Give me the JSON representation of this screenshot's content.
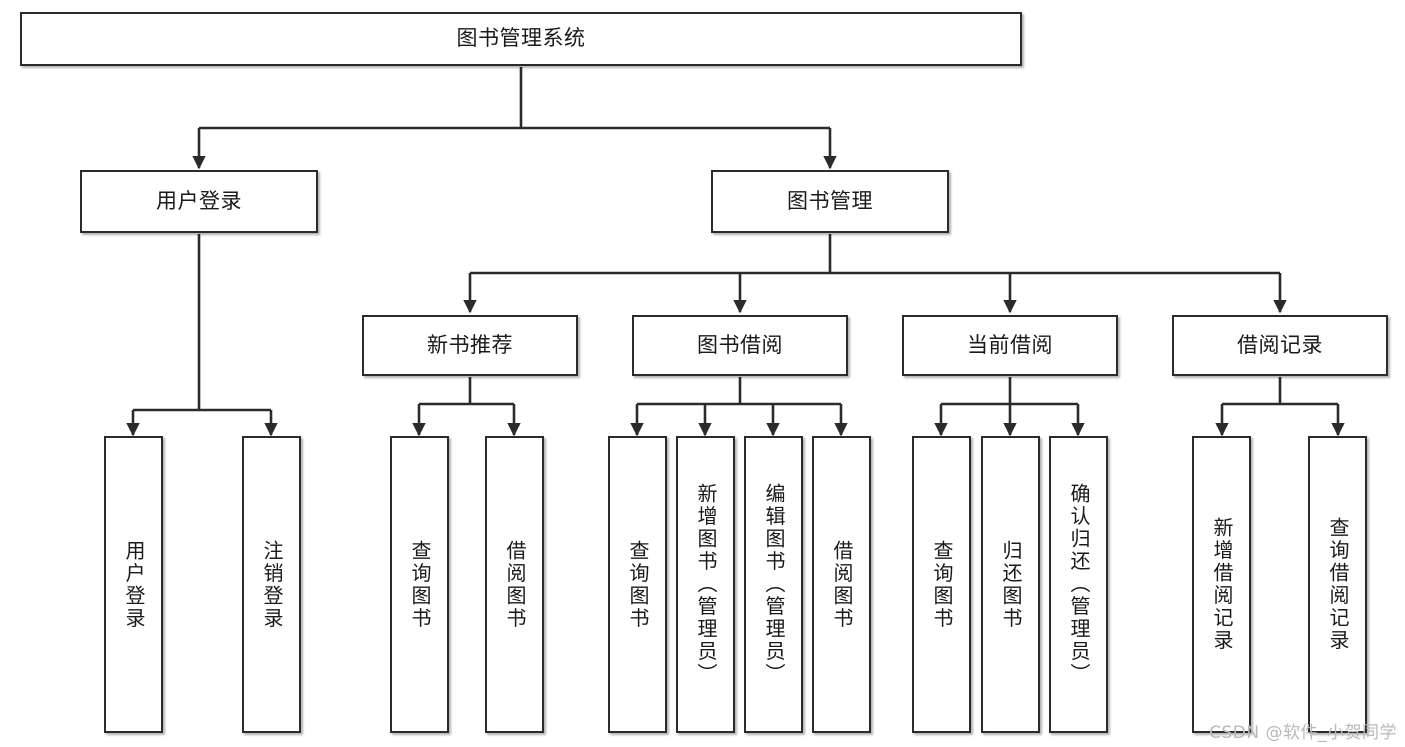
{
  "diagram": {
    "title": "图书管理系统",
    "type": "tree",
    "watermark": "CSDN @软件_小贺同学",
    "colors": {
      "node_border": "#2b2b2b",
      "node_fill": "#ffffff",
      "edge": "#2b2b2b",
      "watermark": "#b9b9b9"
    },
    "nodes": {
      "root": {
        "label": "图书管理系统"
      },
      "level2": [
        {
          "label": "用户登录"
        },
        {
          "label": "图书管理"
        }
      ],
      "level3": [
        {
          "label": "新书推荐"
        },
        {
          "label": "图书借阅"
        },
        {
          "label": "当前借阅"
        },
        {
          "label": "借阅记录"
        }
      ],
      "leaves": [
        {
          "label": "用户登录"
        },
        {
          "label": "注销登录"
        },
        {
          "label": "查询图书"
        },
        {
          "label": "借阅图书"
        },
        {
          "label": "查询图书"
        },
        {
          "label": "新增图书（管理员）"
        },
        {
          "label": "编辑图书（管理员）"
        },
        {
          "label": "借阅图书"
        },
        {
          "label": "查询图书"
        },
        {
          "label": "归还图书"
        },
        {
          "label": "确认归还（管理员）"
        },
        {
          "label": "新增借阅记录"
        },
        {
          "label": "查询借阅记录"
        }
      ]
    },
    "edges": [
      {
        "from": "图书管理系统",
        "to": "用户登录"
      },
      {
        "from": "图书管理系统",
        "to": "图书管理"
      },
      {
        "from": "用户登录",
        "to": "用户登录"
      },
      {
        "from": "用户登录",
        "to": "注销登录"
      },
      {
        "from": "图书管理",
        "to": "新书推荐"
      },
      {
        "from": "图书管理",
        "to": "图书借阅"
      },
      {
        "from": "图书管理",
        "to": "当前借阅"
      },
      {
        "from": "图书管理",
        "to": "借阅记录"
      },
      {
        "from": "新书推荐",
        "to": "查询图书"
      },
      {
        "from": "新书推荐",
        "to": "借阅图书"
      },
      {
        "from": "图书借阅",
        "to": "查询图书"
      },
      {
        "from": "图书借阅",
        "to": "新增图书（管理员）"
      },
      {
        "from": "图书借阅",
        "to": "编辑图书（管理员）"
      },
      {
        "from": "图书借阅",
        "to": "借阅图书"
      },
      {
        "from": "当前借阅",
        "to": "查询图书"
      },
      {
        "from": "当前借阅",
        "to": "归还图书"
      },
      {
        "from": "当前借阅",
        "to": "确认归还（管理员）"
      },
      {
        "from": "借阅记录",
        "to": "新增借阅记录"
      },
      {
        "from": "借阅记录",
        "to": "查询借阅记录"
      }
    ]
  }
}
